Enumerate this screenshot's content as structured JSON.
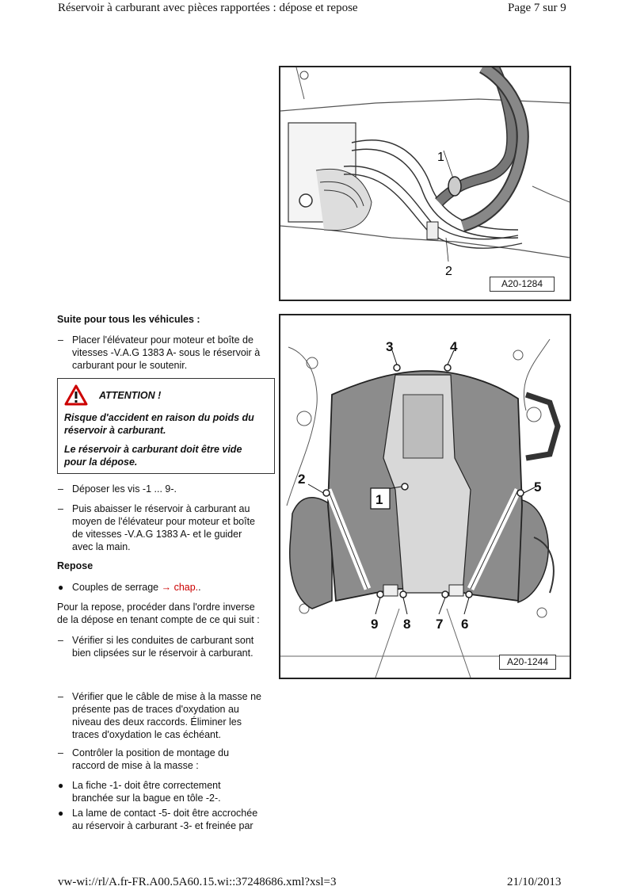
{
  "header": {
    "title": "Réservoir à carburant avec pièces rapportées : dépose et repose",
    "page": "Page 7 sur 9"
  },
  "footer": {
    "url": "vw-wi://rl/A.fr-FR.A00.5A60.15.wi::37248686.xml?xsl=3",
    "date": "21/10/2013"
  },
  "figure1": {
    "code": "A20-1284",
    "callouts": [
      "1",
      "2"
    ]
  },
  "figure2": {
    "code": "A20-1244",
    "callouts": [
      "1",
      "2",
      "3",
      "4",
      "5",
      "6",
      "7",
      "8",
      "9"
    ]
  },
  "content": {
    "section_heading": "Suite pour tous les véhicules :",
    "step1": [
      "Placer l'élévateur pour moteur et boîte de",
      "vitesses -V.A.G 1383 A- sous le réservoir à",
      "carburant pour le soutenir."
    ],
    "warning": {
      "title": "ATTENTION !",
      "p1": [
        "Risque d'accident en raison du poids du",
        "réservoir à carburant."
      ],
      "p2": [
        "Le réservoir à carburant doit être vide",
        "pour la dépose."
      ]
    },
    "step2": "Déposer les vis -1 ... 9-.",
    "step3": [
      "Puis abaisser le réservoir à carburant au",
      "moyen de l'élévateur pour moteur et boîte",
      "de vitesses -V.A.G 1383 A- et le guider",
      "avec la main."
    ],
    "repose_heading": "Repose",
    "torque_text": "Couples de serrage",
    "torque_link": "→ chap.",
    "torque_end": ".",
    "repose_intro": [
      "Pour la repose, procéder dans l'ordre inverse",
      "de la dépose en tenant compte de ce qui suit :"
    ],
    "check1": [
      "Vérifier si les conduites de carburant sont",
      "bien clipsées sur le réservoir à carburant."
    ],
    "check2": [
      "Vérifier que le câble de mise à la masse ne",
      "présente pas de traces d'oxydation au",
      "niveau des deux raccords. Éliminer les",
      "traces d'oxydation le cas échéant."
    ],
    "check3": [
      "Contrôler la position de montage du",
      "raccord de mise à la masse :"
    ],
    "bullet1": [
      "La fiche -1- doit être correctement",
      "branchée sur la bague en tôle -2-."
    ],
    "bullet2": [
      "La lame de contact -5- doit être accrochée",
      "au réservoir à carburant -3- et freinée par"
    ]
  }
}
